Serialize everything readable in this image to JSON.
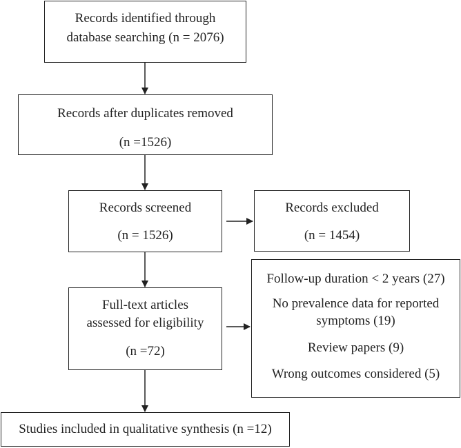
{
  "flow": {
    "identified": {
      "line1": "Records identified through",
      "line2": "database searching (n = 2076)"
    },
    "duplicates": {
      "line1": "Records after duplicates removed",
      "line2": "(n =1526)"
    },
    "screened": {
      "line1": "Records screened",
      "line2": "(n = 1526)"
    },
    "excluded": {
      "line1": "Records excluded",
      "line2": "(n = 1454)"
    },
    "fulltext": {
      "line1": "Full-text articles",
      "line2": "assessed for eligibility",
      "line3": "(n =72)"
    },
    "reasons": {
      "items": [
        "Follow-up duration < 2 years (27)",
        "No prevalence data for reported",
        "symptoms (19)",
        "Review papers (9)",
        "Wrong outcomes considered (5)"
      ]
    },
    "included": {
      "line1": "Studies included in qualitative synthesis (n =12)"
    }
  }
}
